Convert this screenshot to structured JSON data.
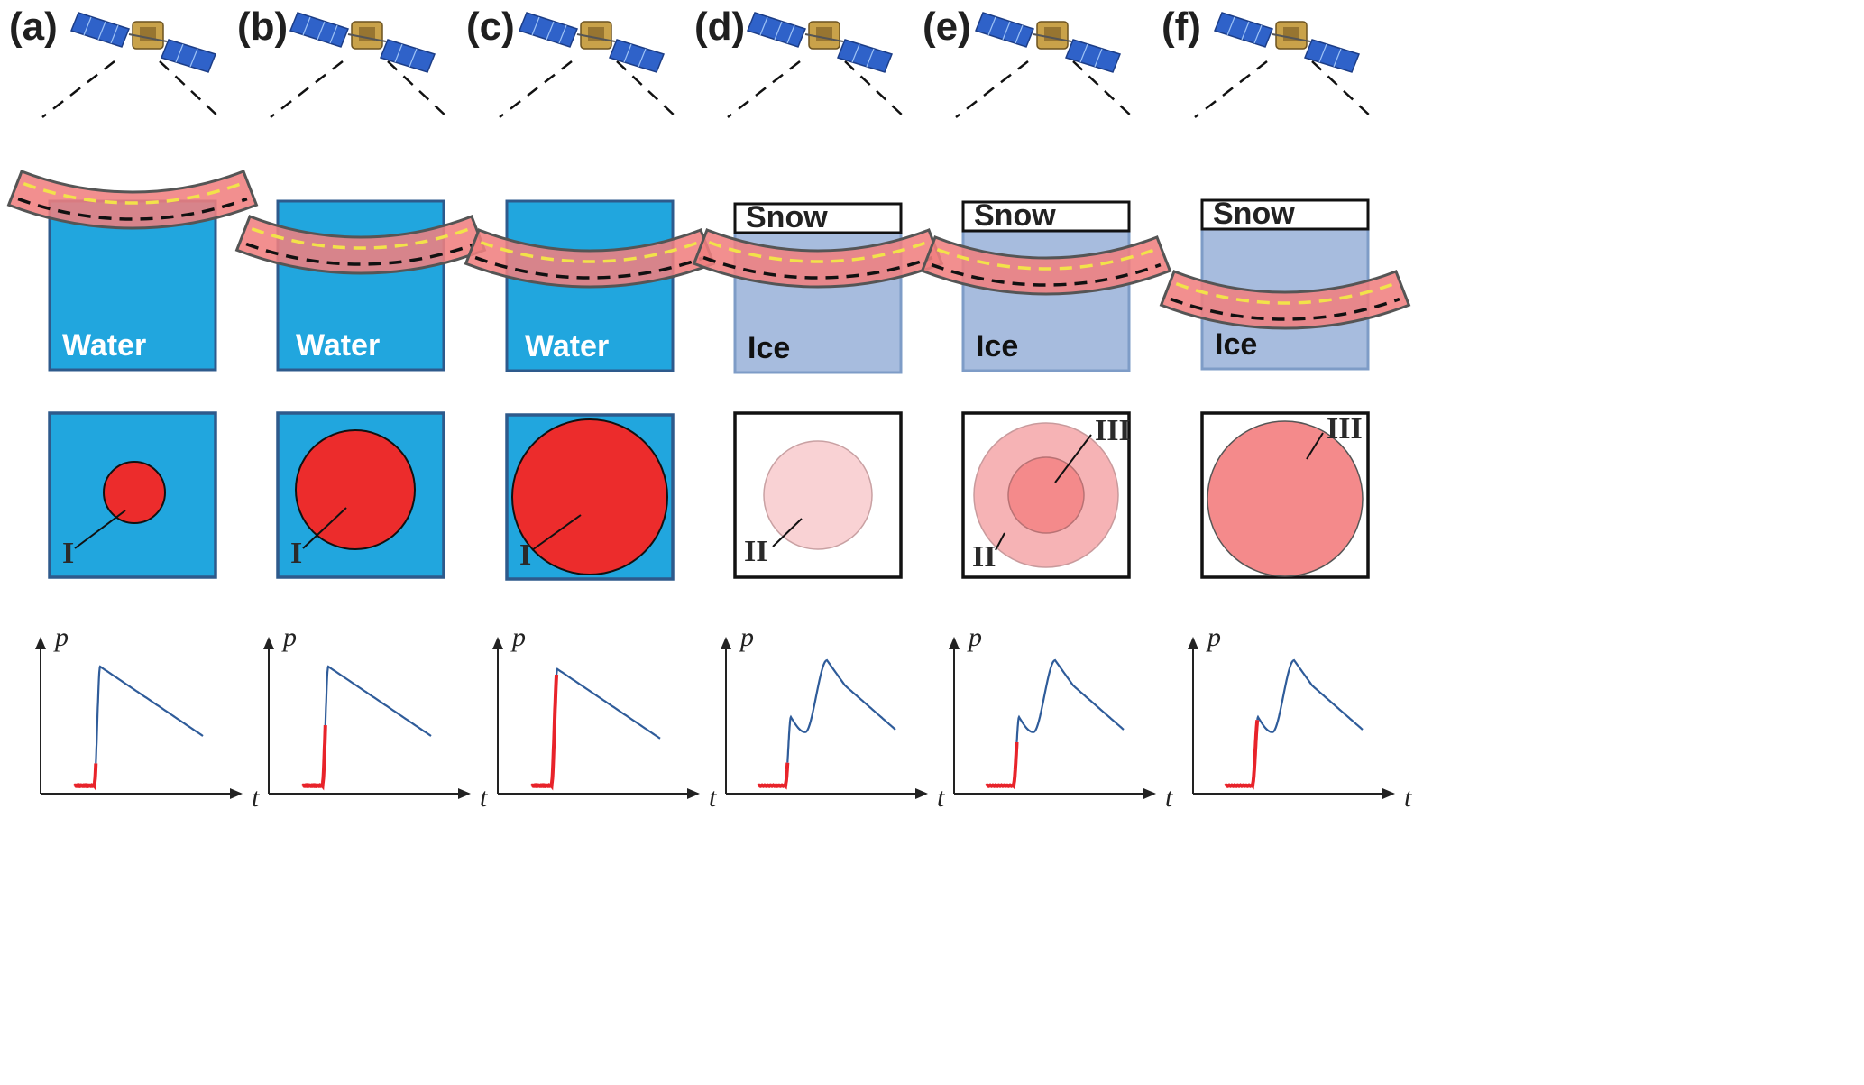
{
  "colors": {
    "water": "#21A6DE",
    "ice": "#A7BCDE",
    "footprint": "#F08080",
    "flood_region": "#EC2C2C",
    "region_II": "#F9D2D4",
    "region_III": "#F48A8B",
    "leading_edge": "#E8232A",
    "waveform": "#2F5C9A"
  },
  "icons": {
    "satellite": "satellite-icon"
  },
  "panels": [
    {
      "label": "(a)",
      "medium": "Water",
      "snow": "",
      "regions": [
        "I"
      ],
      "waveform": {
        "peaks": [
          {
            "time": 0.23,
            "amplitude": 0.95
          }
        ],
        "red_portion_end_amplitude": 0.18
      }
    },
    {
      "label": "(b)",
      "medium": "Water",
      "snow": "",
      "regions": [
        "I"
      ],
      "waveform": {
        "peaks": [
          {
            "time": 0.23,
            "amplitude": 0.95
          }
        ],
        "red_portion_end_amplitude": 0.45
      }
    },
    {
      "label": "(c)",
      "medium": "Water",
      "snow": "",
      "regions": [
        "I"
      ],
      "waveform": {
        "peaks": [
          {
            "time": 0.23,
            "amplitude": 0.93
          }
        ],
        "red_portion_end_amplitude": 0.88
      }
    },
    {
      "label": "(d)",
      "medium": "Ice",
      "snow": "Snow",
      "regions": [
        "II"
      ],
      "waveform": {
        "peaks": [
          {
            "time": 0.26,
            "amplitude": 0.55
          },
          {
            "time": 0.46,
            "amplitude": 1.0
          }
        ],
        "red_portion_end_amplitude": 0.16
      }
    },
    {
      "label": "(e)",
      "medium": "Ice",
      "snow": "Snow",
      "regions": [
        "II",
        "III"
      ],
      "waveform": {
        "peaks": [
          {
            "time": 0.26,
            "amplitude": 0.55
          },
          {
            "time": 0.46,
            "amplitude": 1.0
          }
        ],
        "red_portion_end_amplitude": 0.32
      }
    },
    {
      "label": "(f)",
      "medium": "Ice",
      "snow": "Snow",
      "regions": [
        "III"
      ],
      "waveform": {
        "peaks": [
          {
            "time": 0.26,
            "amplitude": 0.55
          },
          {
            "time": 0.46,
            "amplitude": 1.0
          }
        ],
        "red_portion_end_amplitude": 0.52
      }
    }
  ],
  "axes": {
    "y": "p",
    "x": "t"
  }
}
